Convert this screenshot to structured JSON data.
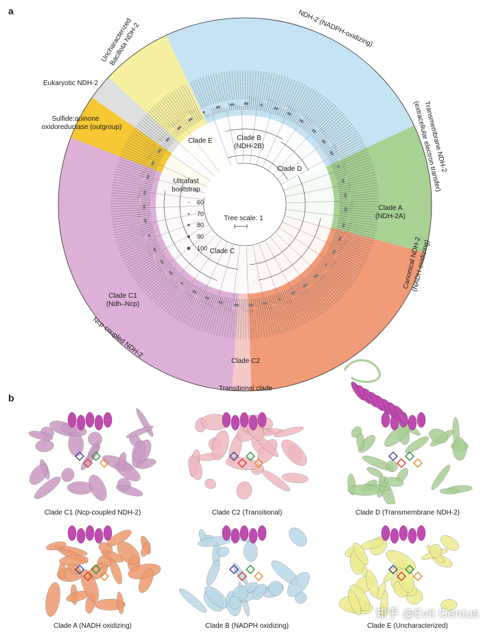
{
  "panel_a": {
    "letter": "a",
    "clades": {
      "ndh2_nadph": "NDH-2 (NADPH-oxidizing)",
      "uncharacterized_line1": "Uncharacterized",
      "uncharacterized_line2": "Bacillota NDH-2",
      "eukaryotic": "Eukaryotic NDH-2",
      "sqr_line1": "Sulfide:quinone",
      "sqr_line2": "oxidoreductase (outgroup)",
      "transmembrane_line1": "Transmembrane NDH-2",
      "transmembrane_line2": "(extracellular electron transfer)",
      "canonical_line1": "Canonical NDH-2",
      "canonical_line2": "(NADH-oxidizing)",
      "ncp_coupled": "Ncp-coupled NDH-2",
      "transitional": "Transitional clade"
    },
    "inner_labels": {
      "clade_e": "Clade E",
      "clade_b": "Clade B",
      "clade_b_sub": "(NDH-2B)",
      "clade_d": "Clade D",
      "clade_a": "Clade A",
      "clade_a_sub": "(NDH-2A)",
      "clade_c": "Clade C",
      "clade_c1": "Clade C1",
      "clade_c1_sub": "(Ndh–Ncp)",
      "clade_c2": "Clade C2"
    },
    "bootstrap": {
      "title_line1": "Ultrafast",
      "title_line2": "bootstrap",
      "values": [
        "60",
        "70",
        "80",
        "90",
        "100"
      ]
    },
    "tree_scale": "Tree scale: 1",
    "colors": {
      "nadph": "#bfe0f2",
      "transmembrane": "#9fcc87",
      "canonical": "#f0906a",
      "transitional": "#f4c2c4",
      "ncp": "#d9a8d3",
      "uncharacterized": "#f6ee97",
      "eukaryotic": "#dcdcdc",
      "sqr": "#f4c21e"
    }
  },
  "panel_b": {
    "letter": "b",
    "captions": [
      "Clade C1 (Ncp-coupled NDH-2)",
      "Clade C2 (Transitional)",
      "Clade D (Transmembrane NDH-2)",
      "Clade A (NADH oxidizing)",
      "Clade B (NADPH oxidizing)",
      "Clade E (Uncharacterized)"
    ],
    "structure_colors": [
      "#c99ac4",
      "#f0b8c0",
      "#a9cf95",
      "#ee9a6d",
      "#b9d8e8",
      "#eeec8f"
    ],
    "helix_color": "#c04bb0"
  },
  "watermark": "知乎 @Evil Genius"
}
